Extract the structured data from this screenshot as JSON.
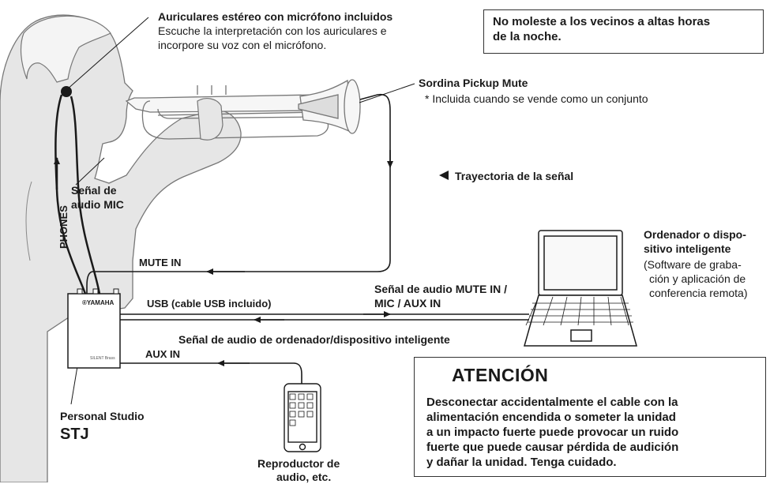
{
  "labels": {
    "headphones_title": "Auriculares estéreo con micrófono incluidos",
    "headphones_desc_1": "Escuche la interpretación con los auriculares e",
    "headphones_desc_2": "incorpore su voz con el micrófono.",
    "neighbors_note_1": "No moleste a los vecinos a altas horas",
    "neighbors_note_2": "de la noche.",
    "mute_title": "Sordina Pickup Mute",
    "mute_note": "* Incluida cuando se vende como un conjunto",
    "signal_path": "Trayectoria de la señal",
    "mic_signal_1": "Señal de",
    "mic_signal_2": "audio MIC",
    "phones": "PHONES",
    "mute_in": "MUTE IN",
    "computer_title_1": "Ordenador o dispo-",
    "computer_title_2": "sitivo inteligente",
    "computer_desc_1": "(Software de graba-",
    "computer_desc_2": "ción y aplicación de",
    "computer_desc_3": "conferencia remota)",
    "audio_to_computer_1": "Señal de audio MUTE IN /",
    "audio_to_computer_2": "MIC / AUX IN",
    "usb": "USB (cable USB incluido)",
    "audio_from_computer": "Señal de audio de ordenador/dispositivo inteligente",
    "aux_in": "AUX IN",
    "yamaha": "®YAMAHA",
    "silent": "SILENT Brass",
    "device_name_1": "Personal Studio",
    "device_name_2": "STJ",
    "player_1": "Reproductor de",
    "player_2": "audio, etc."
  },
  "caution": {
    "title": "ATENCIÓN",
    "lines": [
      "Desconectar accidentalmente el cable con la",
      "alimentación encendida o someter la unidad",
      "a un impacto fuerte puede provocar un ruido",
      "fuerte que puede causar pérdida de audición",
      "y dañar la unidad. Tenga cuidado."
    ]
  }
}
